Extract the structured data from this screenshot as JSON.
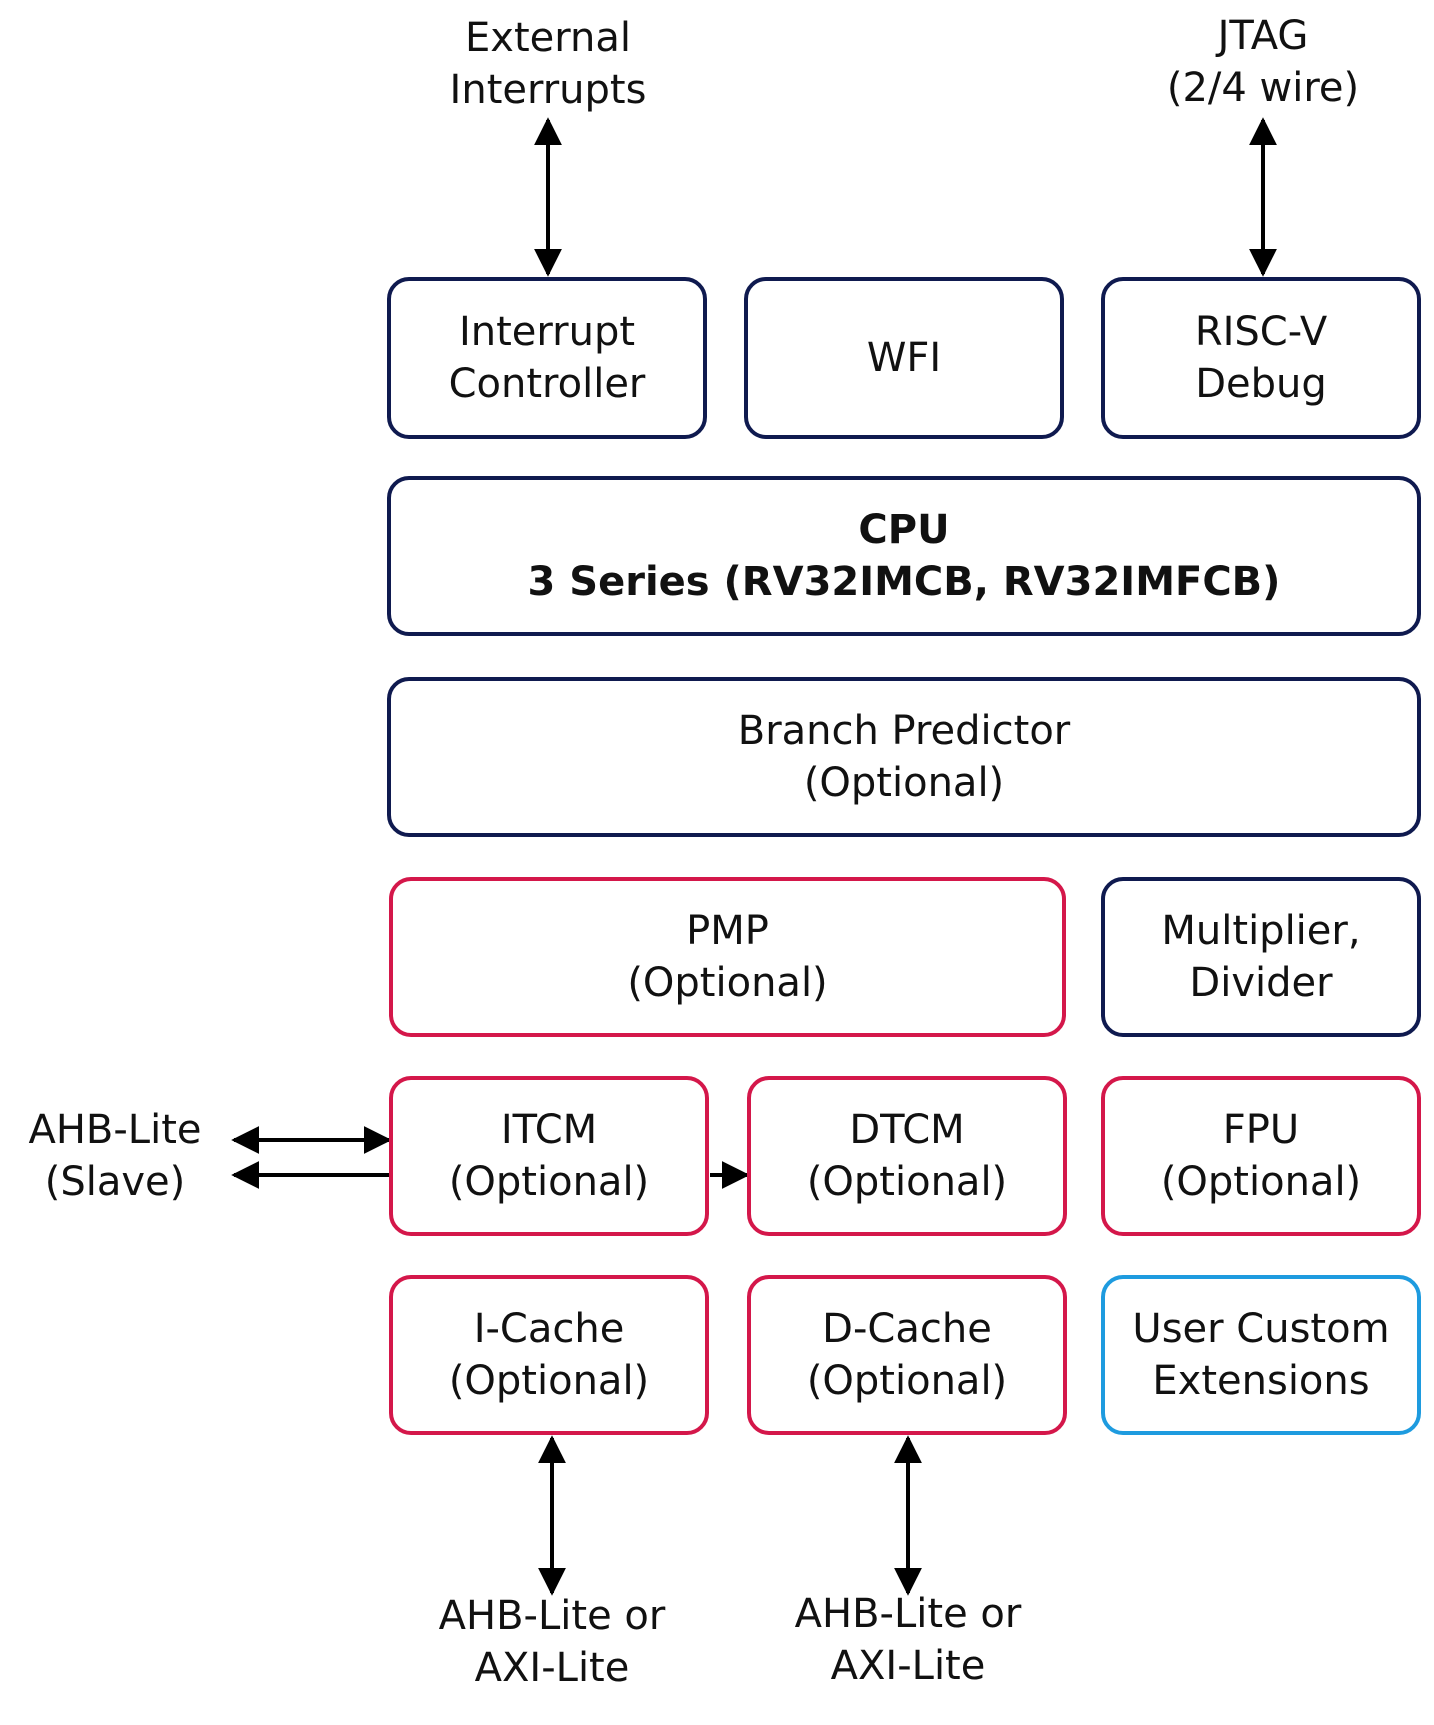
{
  "external_interrupts": {
    "line1": "External",
    "line2": "Interrupts"
  },
  "jtag": {
    "line1": "JTAG",
    "line2": "(2/4 wire)"
  },
  "interrupt_controller": {
    "line1": "Interrupt",
    "line2": "Controller"
  },
  "wfi": {
    "line1": "WFI"
  },
  "risc_v_debug": {
    "line1": "RISC-V",
    "line2": "Debug"
  },
  "cpu": {
    "line1": "CPU",
    "line2": "3 Series (RV32IMCB, RV32IMFCB)"
  },
  "branch_predictor": {
    "line1": "Branch Predictor",
    "line2": "(Optional)"
  },
  "pmp": {
    "line1": "PMP",
    "line2": "(Optional)"
  },
  "multiplier_divider": {
    "line1": "Multiplier,",
    "line2": "Divider"
  },
  "itcm": {
    "line1": "ITCM",
    "line2": "(Optional)"
  },
  "dtcm": {
    "line1": "DTCM",
    "line2": "(Optional)"
  },
  "fpu": {
    "line1": "FPU",
    "line2": "(Optional)"
  },
  "icache": {
    "line1": "I-Cache",
    "line2": "(Optional)"
  },
  "dcache": {
    "line1": "D-Cache",
    "line2": "(Optional)"
  },
  "user_custom_extensions": {
    "line1": "User Custom",
    "line2": "Extensions"
  },
  "ahb_lite_slave": {
    "line1": "AHB-Lite",
    "line2": "(Slave)"
  },
  "icache_bus": {
    "line1": "AHB-Lite or",
    "line2": "AXI-Lite"
  },
  "dcache_bus": {
    "line1": "AHB-Lite or",
    "line2": "AXI-Lite"
  },
  "colors": {
    "core": "#0f1a4f",
    "optional": "#d4174a",
    "custom": "#1e9bdf"
  }
}
